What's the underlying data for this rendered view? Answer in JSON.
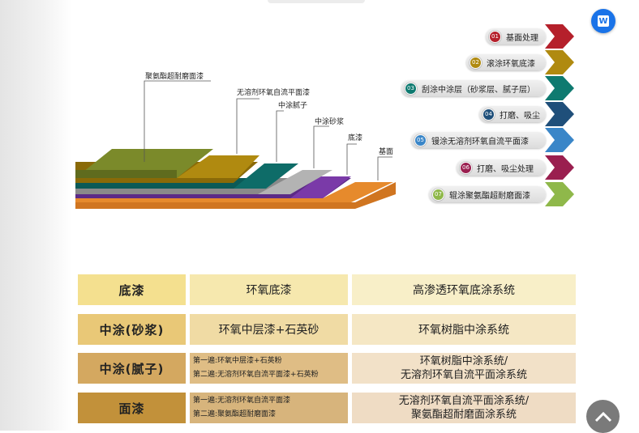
{
  "layers": [
    {
      "label": "聚氨酯超耐磨面漆",
      "color": "#7b8a2a"
    },
    {
      "label": "无溶剂环氧自流平面漆",
      "color": "#b08a10"
    },
    {
      "label": "中涂腻子",
      "color": "#0e6c68"
    },
    {
      "label": "中涂砂浆",
      "color": "#a5a5a5"
    },
    {
      "label": "底漆",
      "color": "#5c2a86"
    },
    {
      "label": "基面",
      "color": "#e68a2c"
    }
  ],
  "steps": [
    {
      "num": "01",
      "label": "基面处理",
      "color": "#b5202b"
    },
    {
      "num": "02",
      "label": "滚涂环氧底漆",
      "color": "#b08a10"
    },
    {
      "num": "03",
      "label": "刮涂中涂层（砂浆层、腻子层）",
      "color": "#0e7a70"
    },
    {
      "num": "04",
      "label": "打磨、吸尘",
      "color": "#1f4f7a"
    },
    {
      "num": "05",
      "label": "镘涂无溶剂环氧自流平面漆",
      "color": "#3a86c8"
    },
    {
      "num": "06",
      "label": "打磨、吸尘处理",
      "color": "#9a1f4f"
    },
    {
      "num": "07",
      "label": "辊涂聚氨酯超耐磨面漆",
      "color": "#8fb84a"
    }
  ],
  "table": [
    {
      "name": "底漆",
      "product": "环氧底漆",
      "system": "高渗透环氧底涂系统"
    },
    {
      "name": "中涂(砂浆)",
      "product": "环氧中层漆+石英砂",
      "system": "环氧树脂中涂系统"
    },
    {
      "name": "中涂(腻子)",
      "product_lines": [
        "第一遍:环氧中层漆+石英粉",
        "第二遍:无溶剂环氧自流平面漆+石英粉"
      ],
      "system_lines": [
        "环氧树脂中涂系统/",
        "无溶剂环氧自流平面涂系统"
      ]
    },
    {
      "name": "面漆",
      "product_lines": [
        "第一遍:无溶剂环氧自流平面漆",
        "第二遍:聚氨酯超耐磨面漆"
      ],
      "system_lines": [
        "无溶剂环氧自流平面涂系统/",
        "聚氨酯超耐磨面涂系统"
      ]
    }
  ],
  "badge_letter": "W",
  "icons": {
    "word": "word-doc-icon",
    "scroll": "chevron-up-icon"
  }
}
